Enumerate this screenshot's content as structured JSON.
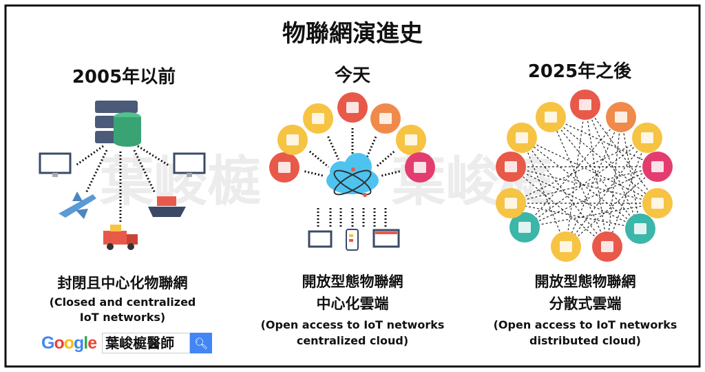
{
  "title": "物聯網演進史",
  "watermark": "葉峻榳",
  "columns": [
    {
      "heading": "2005年以前",
      "caption_zh": "封閉且中心化物聯網",
      "caption_en1": "(Closed and centralized",
      "caption_en2": "IoT networks)"
    },
    {
      "heading": "今天",
      "caption_zh": "開放型態物聯網",
      "caption_zh2": "中心化雲端",
      "caption_en1": "(Open access to IoT networks",
      "caption_en2": "centralized cloud)"
    },
    {
      "heading": "2025年之後",
      "caption_zh": "開放型態物聯網",
      "caption_zh2": "分散式雲端",
      "caption_en1": "(Open access to IoT networks",
      "caption_en2": "distributed cloud)"
    }
  ],
  "search": {
    "logo": "Google",
    "query": "葉峻榳醫師",
    "button_icon": "search-icon"
  },
  "colors": {
    "red": "#e8594a",
    "yellow": "#f6c343",
    "orange": "#f08a4b",
    "pink": "#e33d6f",
    "teal": "#3bb6a8",
    "cloud": "#4fc3ef"
  }
}
